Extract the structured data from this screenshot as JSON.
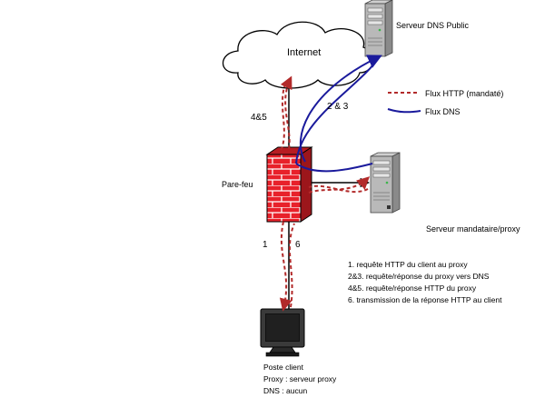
{
  "nodes": {
    "internet": "Internet",
    "dns_server": "Serveur DNS Public",
    "firewall": "Pare-feu",
    "proxy_server": "Serveur mandataire/proxy"
  },
  "client": {
    "title": "Poste client",
    "proxy_line": "Proxy : serveur proxy",
    "dns_line": "DNS : aucun"
  },
  "legend": {
    "http": "Flux HTTP (mandaté)",
    "dns": "Flux DNS",
    "http_color": "#b22a2a",
    "dns_color": "#1a1a9c"
  },
  "edge_labels": {
    "up": "4&5",
    "dns": "2 & 3",
    "down_left": "1",
    "down_right": "6"
  },
  "steps": [
    "1. requête HTTP du client au proxy",
    "2&3. requête/réponse du proxy vers DNS",
    "4&5. requête/réponse HTTP du proxy",
    "6. transmission de la réponse HTTP au client"
  ]
}
